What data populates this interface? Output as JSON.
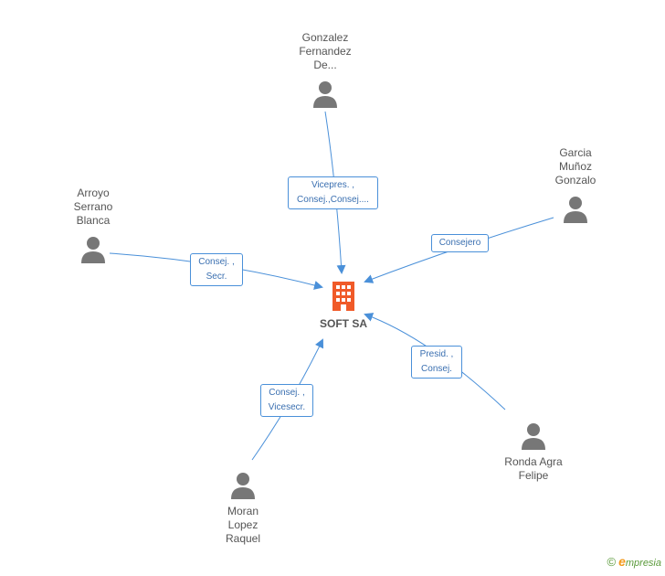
{
  "company": {
    "name": "SOFT SA",
    "color": "#f05a28"
  },
  "people": [
    {
      "id": "gonzalez",
      "name_lines": [
        "Gonzalez",
        "Fernandez",
        "De..."
      ],
      "role_lines": [
        "Vicepres. ,",
        "Consej.,Consej...."
      ]
    },
    {
      "id": "garcia",
      "name_lines": [
        "Garcia",
        "Muñoz",
        "Gonzalo"
      ],
      "role_lines": [
        "Consejero"
      ]
    },
    {
      "id": "arroyo",
      "name_lines": [
        "Arroyo",
        "Serrano",
        "Blanca"
      ],
      "role_lines": [
        "Consej. ,",
        "Secr."
      ]
    },
    {
      "id": "moran",
      "name_lines": [
        "Moran",
        "Lopez",
        "Raquel"
      ],
      "role_lines": [
        "Consej. ,",
        "Vicesecr."
      ]
    },
    {
      "id": "ronda",
      "name_lines": [
        "Ronda Agra",
        "Felipe"
      ],
      "role_lines": [
        "Presid. ,",
        "Consej."
      ]
    }
  ],
  "colors": {
    "edge": "#4a90d9",
    "person_icon": "#777777",
    "text": "#555555"
  },
  "footer": {
    "copyright_symbol": "©",
    "brand_first": "e",
    "brand_rest": "mpresia"
  }
}
